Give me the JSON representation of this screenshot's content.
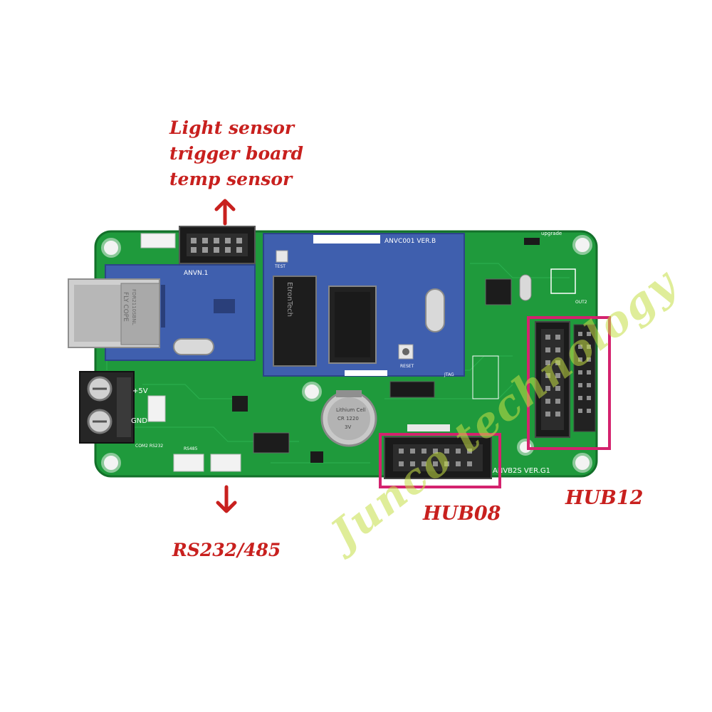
{
  "labels": {
    "top": [
      "Light sensor",
      "trigger board",
      "temp sensor"
    ],
    "hub08": "HUB08",
    "hub12": "HUB12",
    "rs": "RS232/485"
  },
  "watermark": "Junco technology",
  "board": {
    "main_name": "ANVB2S VER.G1",
    "core_module": "ANVC001 VER.B",
    "net_module": "ANVN.1",
    "chip_brand": "EtronTech",
    "battery": [
      "Lithium Cell",
      "CR 1220",
      "3V"
    ],
    "reset": "RESET",
    "test": "TEST",
    "jtag": "JTAG",
    "power_plus": "+5V",
    "power_gnd": "GND",
    "com_label": "COM2 RS232",
    "rs485_label": "RS485",
    "rj45_brand": "FLY COPE",
    "rj45_part": "FDR2110SBNL",
    "upgrade": "upgrade",
    "out2": "OUT2"
  },
  "colors": {
    "label": "#c8201e",
    "highlight": "#d4226e",
    "pcb": "#1f9a3c",
    "module": "#3f5fae",
    "watermark": "#c4de46"
  }
}
